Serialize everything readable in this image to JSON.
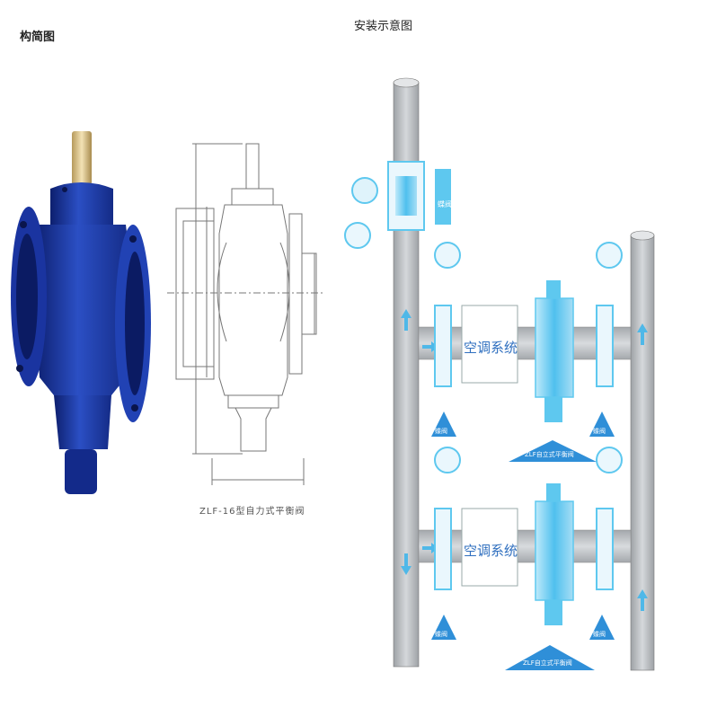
{
  "titles": {
    "left": "构简图",
    "right": "安装示意图"
  },
  "drawing": {
    "caption": "ZLF-16型自力式平衡阀"
  },
  "diagram": {
    "system_label_1": "空调系统",
    "system_label_2": "空调系统",
    "valve_label_1": "ZLF自立式平衡阀",
    "valve_label_2": "ZLF自立式平衡阀",
    "butterfly_1": "蝶阀",
    "butterfly_2": "蝶阀",
    "butterfly_3": "蝶阀",
    "butterfly_4": "蝶阀",
    "top_valve": "蝶阀"
  },
  "colors": {
    "valve_blue": "#1f3ea6",
    "pipe_gray": "#b9bcc0",
    "cyan": "#5ec8ef",
    "label_blue": "#2f6fbf"
  }
}
